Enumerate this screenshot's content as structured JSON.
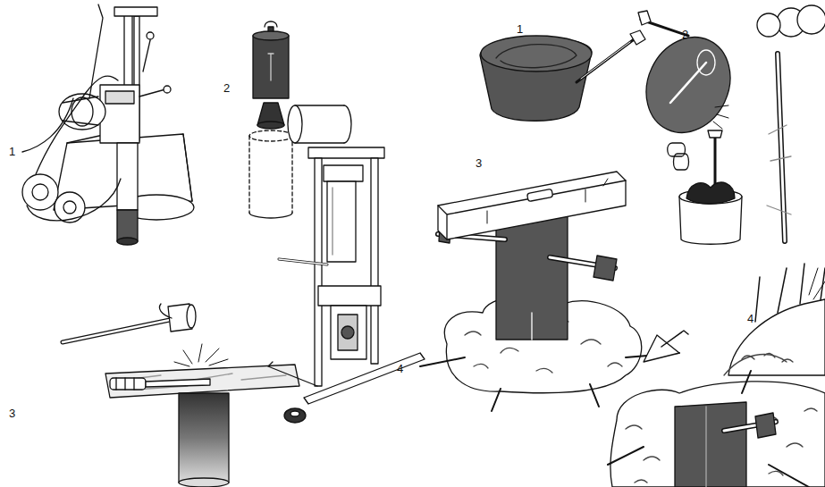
{
  "diagram": {
    "labels": [
      "1",
      "2",
      "3",
      "4",
      "1",
      "2",
      "3",
      "4"
    ]
  }
}
